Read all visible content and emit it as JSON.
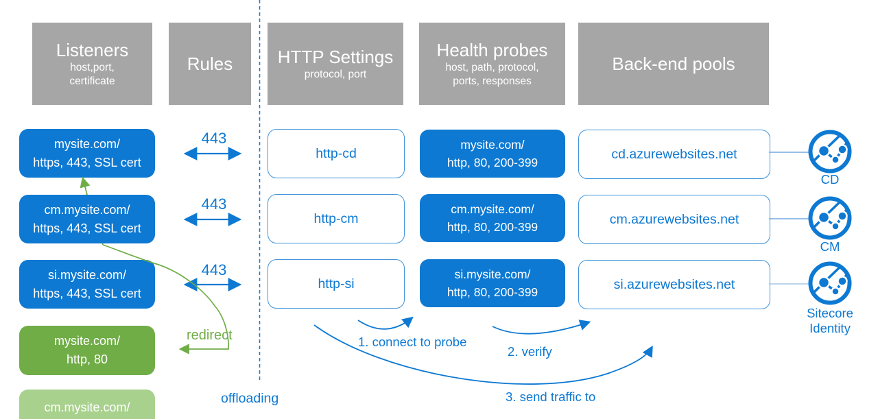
{
  "headers": {
    "listeners": {
      "title": "Listeners",
      "sub1": "host,port,",
      "sub2": "certificate"
    },
    "rules": {
      "title": "Rules"
    },
    "http_settings": {
      "title": "HTTP Settings",
      "sub1": "protocol, port"
    },
    "health_probes": {
      "title": "Health probes",
      "sub1": "host, path, protocol,",
      "sub2": "ports, responses"
    },
    "backend_pools": {
      "title": "Back-end pools"
    }
  },
  "listeners": [
    {
      "line1": "mysite.com/",
      "line2": "https, 443, SSL cert",
      "protocol": "https"
    },
    {
      "line1": "cm.mysite.com/",
      "line2": "https, 443, SSL cert",
      "protocol": "https"
    },
    {
      "line1": "si.mysite.com/",
      "line2": "https, 443, SSL cert",
      "protocol": "https"
    },
    {
      "line1": "mysite.com/",
      "line2": "http, 80",
      "protocol": "http"
    },
    {
      "line1": "cm.mysite.com/",
      "protocol": "http"
    }
  ],
  "rules": {
    "ports": [
      "443",
      "443",
      "443"
    ],
    "redirect_label": "redirect",
    "offloading_label": "offloading"
  },
  "http_settings": [
    {
      "name": "http-cd"
    },
    {
      "name": "http-cm"
    },
    {
      "name": "http-si"
    }
  ],
  "health_probes": [
    {
      "line1": "mysite.com/",
      "line2": "http, 80, 200-399"
    },
    {
      "line1": "cm.mysite.com/",
      "line2": "http, 80, 200-399"
    },
    {
      "line1": "si.mysite.com/",
      "line2": "http, 80, 200-399"
    }
  ],
  "backend_pools": [
    {
      "name": "cd.azurewebsites.net"
    },
    {
      "name": "cm.azurewebsites.net"
    },
    {
      "name": "si.azurewebsites.net"
    }
  ],
  "backends": [
    {
      "label": "CD"
    },
    {
      "label": "CM"
    },
    {
      "label": "Sitecore",
      "label2": "Identity"
    }
  ],
  "annotations": {
    "step1": "1. connect to probe",
    "step2": "2. verify",
    "step3": "3. send traffic to"
  },
  "icons": {
    "backend_icon": "globe-network-icon"
  },
  "colors": {
    "blue": "#0e79d2",
    "green": "#70ad47",
    "light_green": "#a9d18e",
    "header_gray": "#a6a6a6",
    "white_box_border": "#3f93da"
  }
}
